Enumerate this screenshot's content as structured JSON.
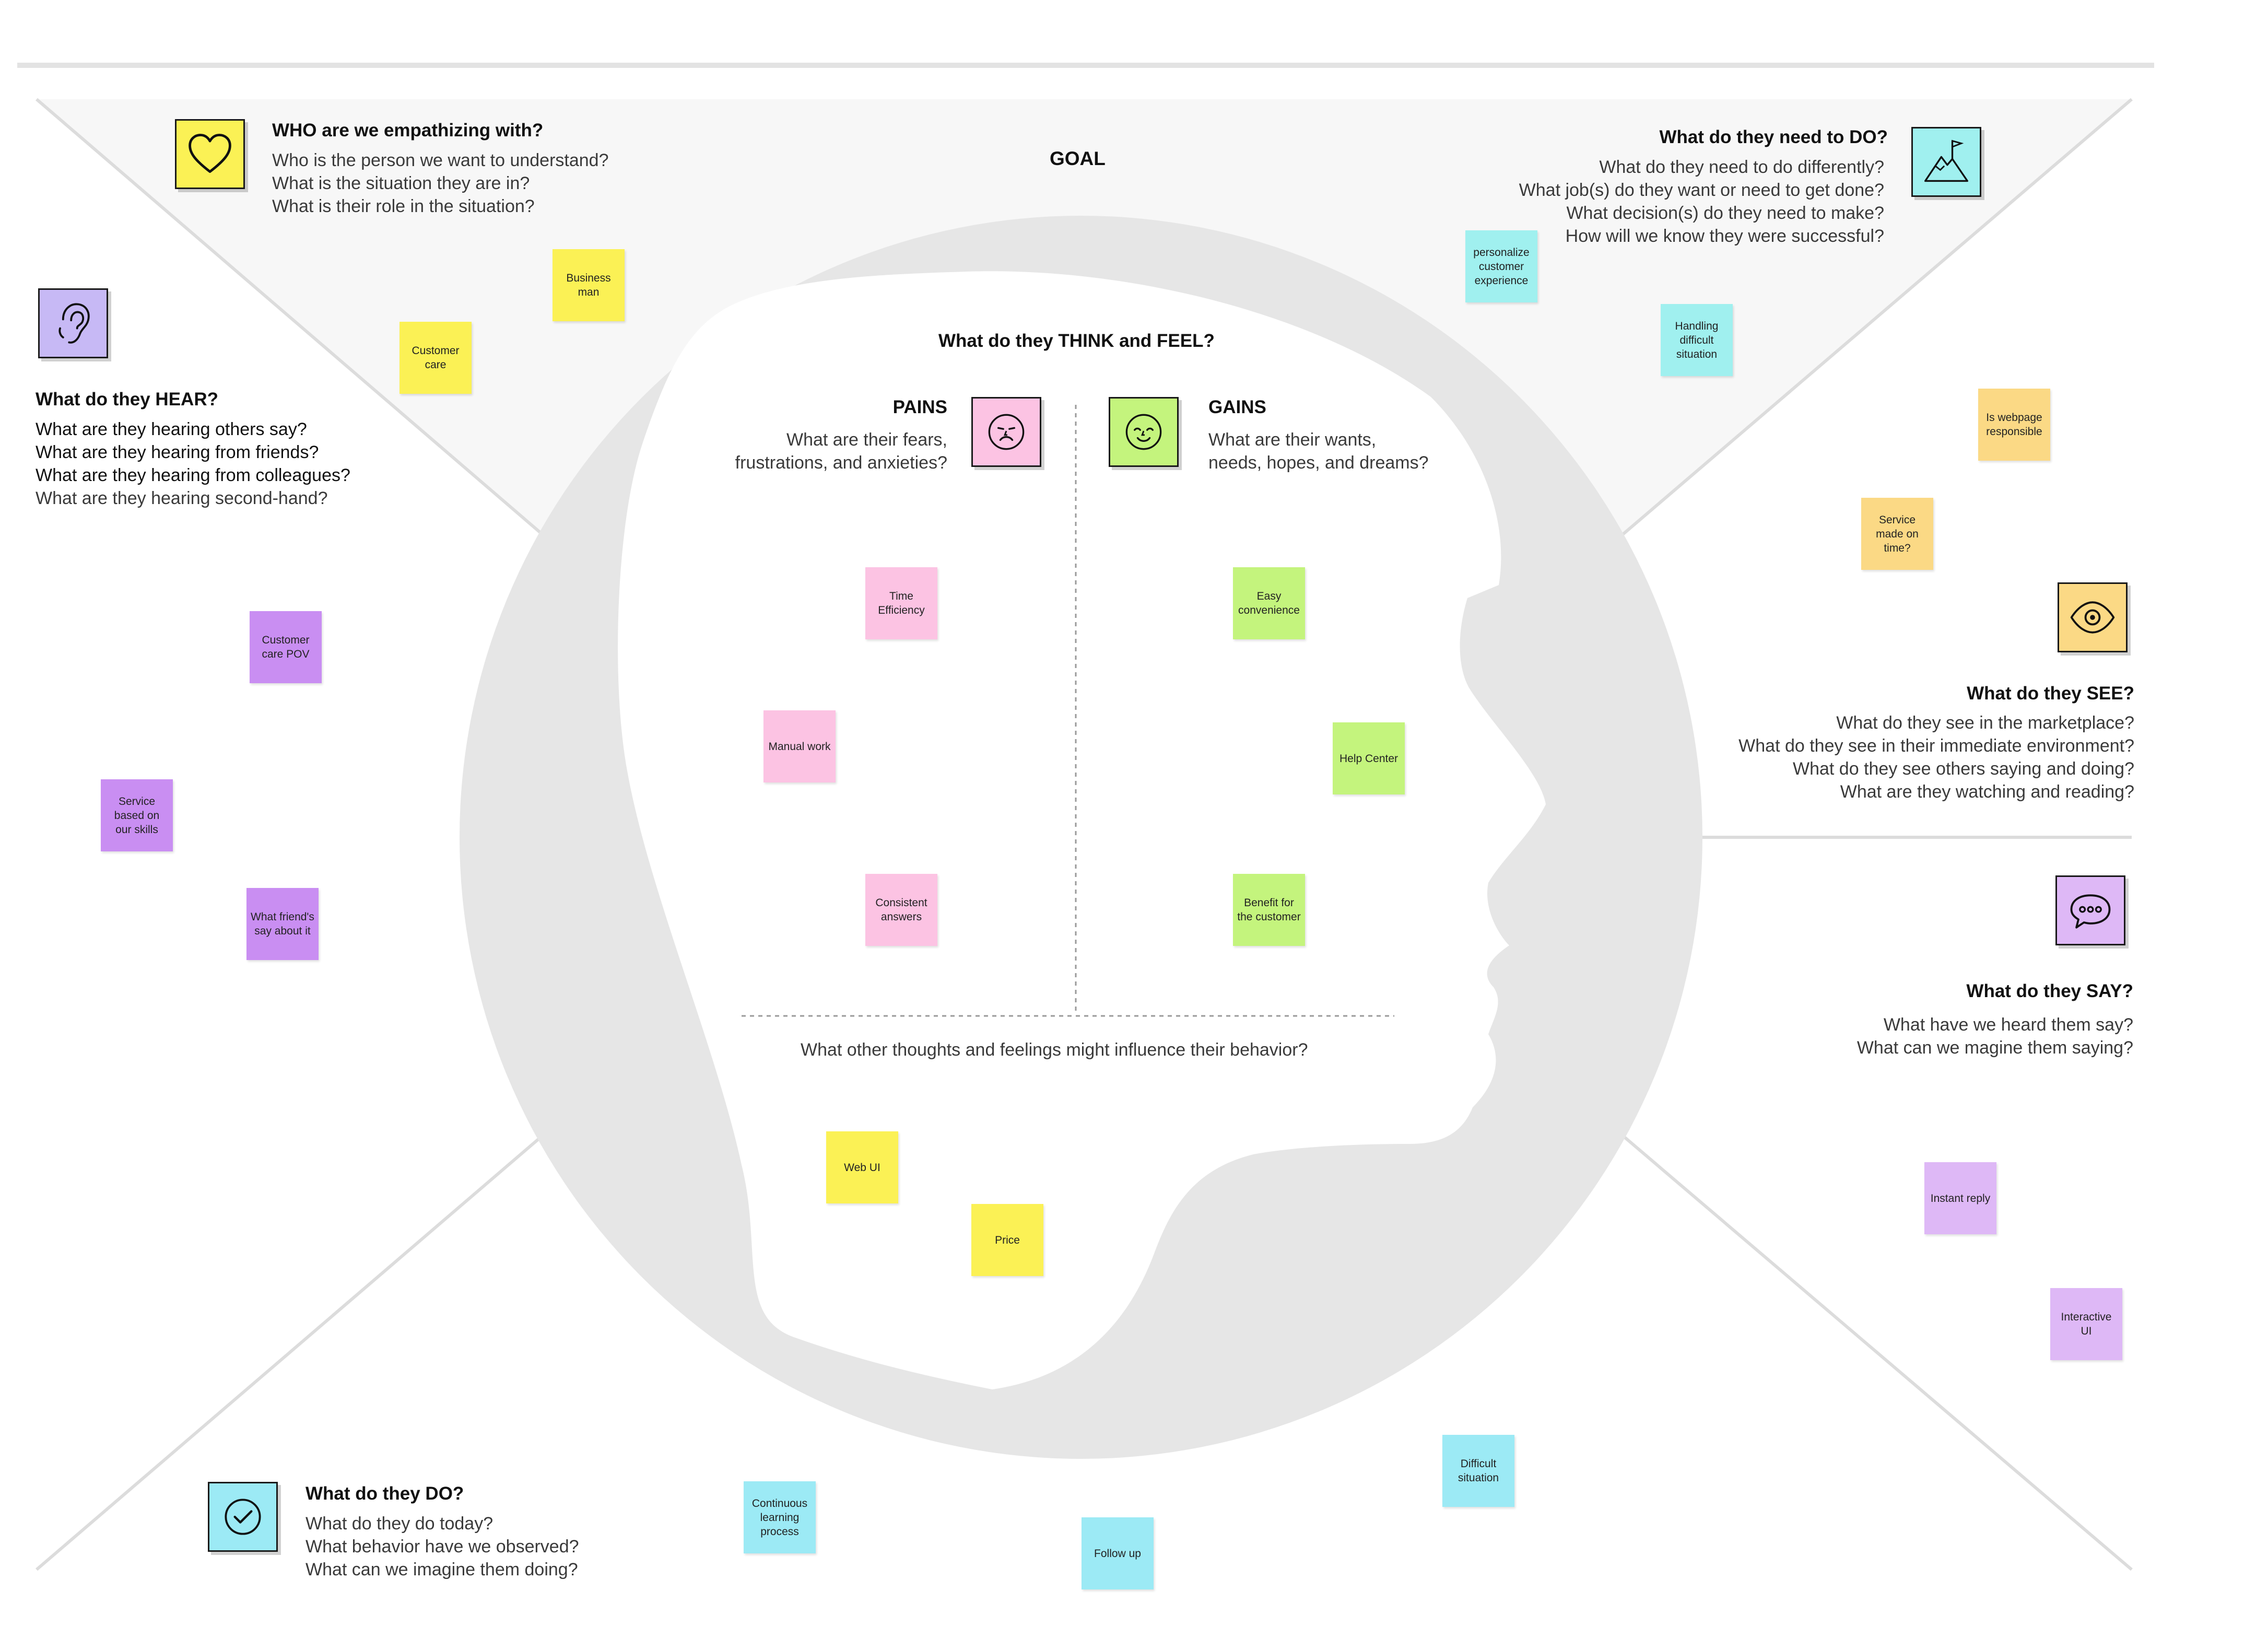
{
  "goal": {
    "label": "GOAL"
  },
  "who": {
    "heading": "WHO are we empathizing with?",
    "lines": [
      "Who is the person we want to understand?",
      "What is the situation they are in?",
      "What is their role in the situation?"
    ]
  },
  "do_need": {
    "heading": "What do they need to DO?",
    "lines": [
      "What do they need to do differently?",
      "What job(s) do they want or need to get done?",
      "What decision(s) do they need to make?",
      "How will we know they were successful?"
    ]
  },
  "hear": {
    "heading": "What do they HEAR?",
    "lines": [
      "What are they hearing others say?",
      "What are they hearing from friends?",
      "What are they hearing from colleagues?",
      "What are they hearing second-hand?"
    ]
  },
  "think_feel": {
    "heading": "What do they THINK and FEEL?"
  },
  "pains": {
    "heading": "PAINS",
    "lines": [
      "What are their fears,",
      "frustrations, and anxieties?"
    ]
  },
  "gains": {
    "heading": "GAINS",
    "lines": [
      "What are their wants,",
      "needs, hopes, and dreams?"
    ]
  },
  "other_thoughts": {
    "text": "What other thoughts and feelings might influence their behavior?"
  },
  "see": {
    "heading": "What do they SEE?",
    "lines": [
      "What do they see in the marketplace?",
      "What do they see in their immediate environment?",
      "What do they see others saying and doing?",
      "What are they watching and reading?"
    ]
  },
  "say": {
    "heading": "What do they SAY?",
    "lines": [
      "What have we heard them say?",
      "What can we magine them saying?"
    ]
  },
  "do": {
    "heading": "What do they DO?",
    "lines": [
      "What do they do today?",
      "What behavior have we observed?",
      "What can we imagine them doing?"
    ]
  },
  "icons": {
    "who": "heart-icon",
    "hear": "ear-icon",
    "do_need": "mountain-flag-icon",
    "pains": "sad-face-icon",
    "gains": "happy-face-icon",
    "see": "eye-icon",
    "say": "speech-bubble-icon",
    "do": "checkmark-icon"
  },
  "colors": {
    "yellow": "#fbf155",
    "purple": "#c98ef2",
    "lavender": "#deb8f6",
    "cyan": "#a0f0ef",
    "orange": "#fbd985",
    "pink": "#fcc3e3",
    "green": "#c4f47d",
    "head_gray": "#e6e6e6",
    "triangle_gray": "#f7f7f7"
  },
  "stickies": {
    "business_man": "Business man",
    "customer_care": "Customer care",
    "customer_care_pov": "Customer care POV",
    "service_skills": "Service based on our skills",
    "friends_say": "What friend's say about it",
    "personalize": "personalize customer experience",
    "handling": "Handling difficult situation",
    "webpage": "Is webpage responsible",
    "service_time": "Service made on time?",
    "time_efficiency": "Time Efficiency",
    "manual_work": "Manual work",
    "consistent": "Consistent answers",
    "easy": "Easy convenience",
    "help_center": "Help Center",
    "benefit": "Benefit for the customer",
    "web_ui": "Web UI",
    "price": "Price",
    "instant_reply": "Instant reply",
    "interactive_ui": "Interactive UI",
    "continuous": "Continuous learning process",
    "follow_up": "Follow up",
    "difficult": "Difficult situation"
  }
}
